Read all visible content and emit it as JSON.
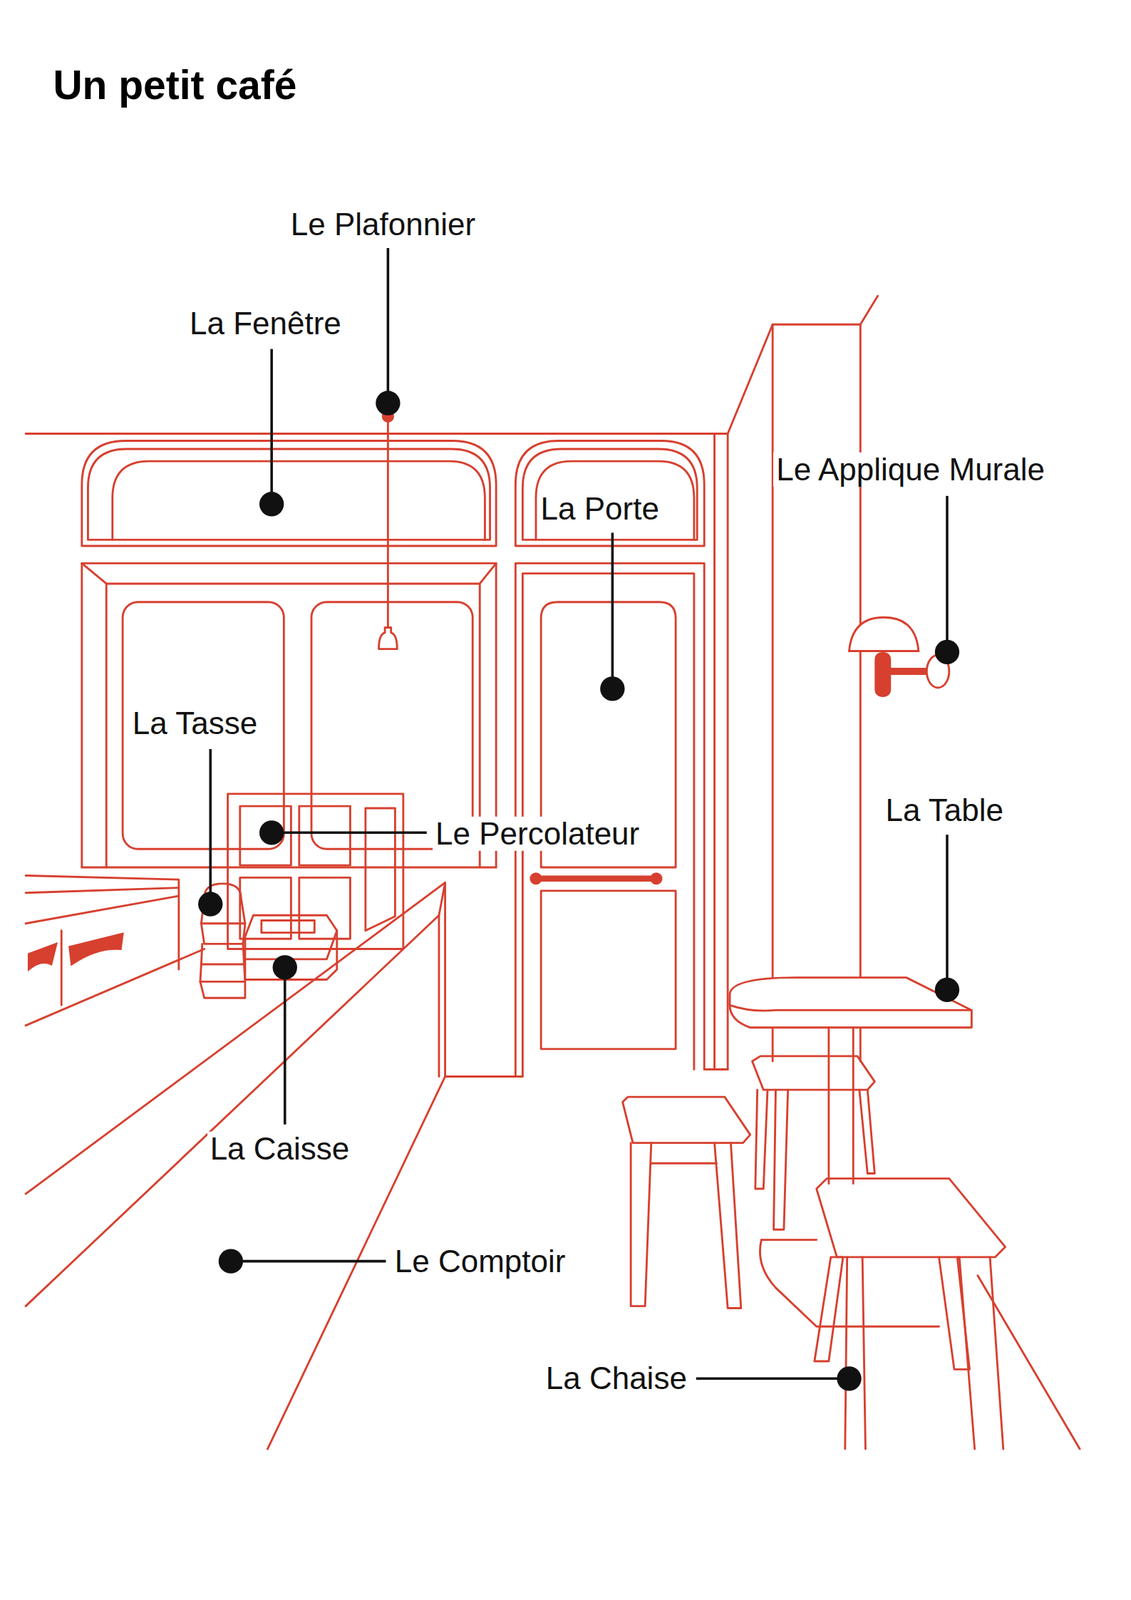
{
  "diagram": {
    "title": "Un petit café",
    "labels": [
      "Le Plafonnier",
      "La Fenêtre",
      "La Porte",
      "Le Applique Murale",
      "La Tasse",
      "Le Percolateur",
      "La Table",
      "La Caisse",
      "Le Comptoir",
      "La Chaise"
    ]
  }
}
